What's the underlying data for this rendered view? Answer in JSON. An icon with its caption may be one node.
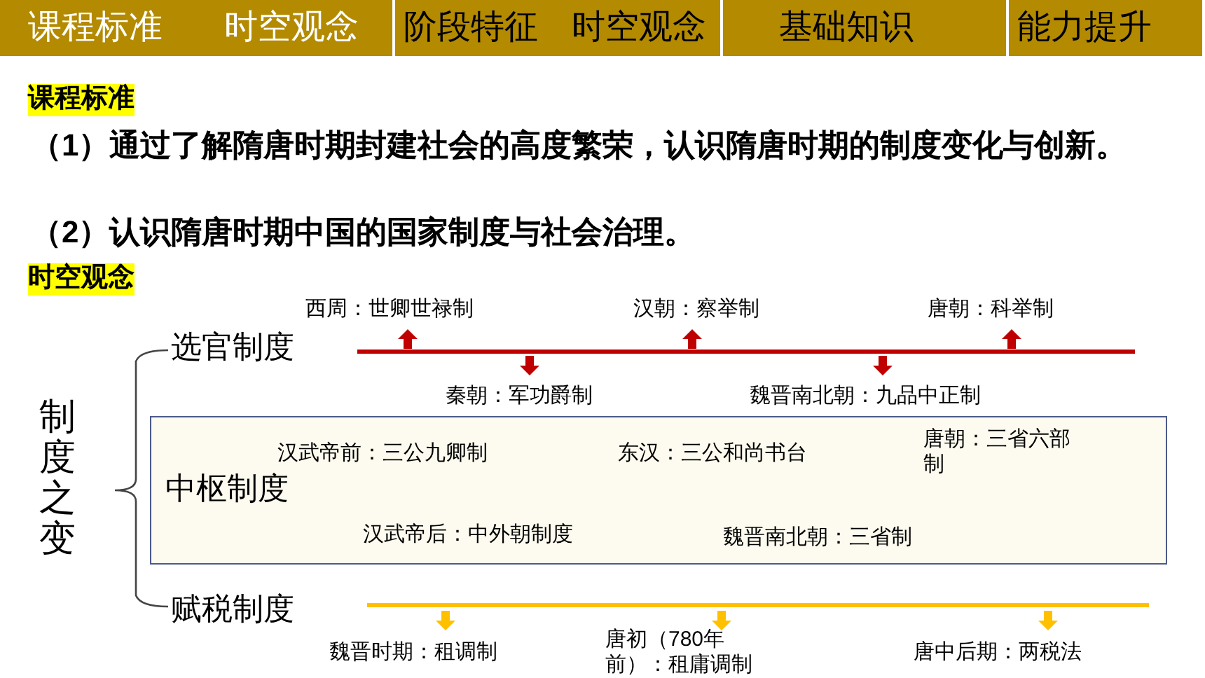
{
  "diagram": {
    "nodes": [
      {
        "text": [
          "课程标准",
          "时空观念"
        ]
      },
      {
        "text": [
          "阶段特征",
          "时空观念"
        ]
      },
      {
        "text": [
          "基础知识"
        ]
      },
      {
        "text": [
          "能力提升"
        ]
      },
      {
        "text": [
          "中枢制度",
          "汉武帝前：三公九卿制",
          "东汉：三公和尚书台",
          "唐朝：三省六部制",
          "汉武帝后：中外朝制度",
          "魏晋南北朝：三省制"
        ]
      }
    ],
    "labels": [
      "课程标准",
      "（1）通过了解隋唐时期封建社会的高度繁荣，认识隋唐时期的制度变化与创新。",
      "（2）认识隋唐时期中国的国家制度与社会治理。",
      "时空观念",
      "西周：世卿世禄制",
      "汉朝：察举制",
      "唐朝：科举制",
      "制度之变",
      "选官制度",
      "秦朝：军功爵制",
      "魏晋南北朝：九品中正制",
      "赋税制度",
      "魏晋时期：租调制",
      "唐初（780年前）：租庸调制",
      "唐中后期：两税法"
    ]
  }
}
